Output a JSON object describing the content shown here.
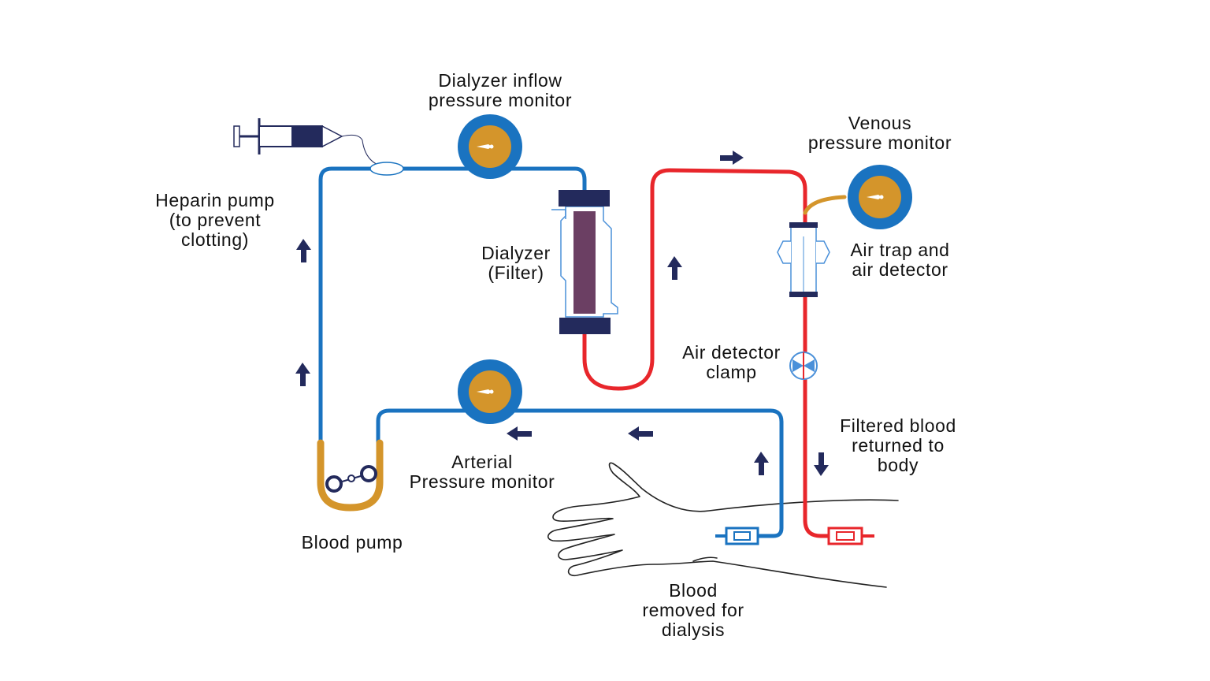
{
  "colors": {
    "blue_tube": "#1a73c0",
    "red_tube": "#e8262b",
    "gold": "#d4952b",
    "navy": "#232a5c",
    "dialyzer_fill": "#6b3f63",
    "light_blue_outline": "#4a90d9"
  },
  "labels": {
    "dialyzer_inflow": [
      "Dialyzer inflow",
      "pressure monitor"
    ],
    "venous": [
      "Venous",
      "pressure monitor"
    ],
    "heparin": [
      "Heparin pump",
      "(to prevent",
      "clotting)"
    ],
    "dialyzer": [
      "Dialyzer",
      "(Filter)"
    ],
    "air_trap": [
      "Air trap and",
      "air detector"
    ],
    "air_clamp": [
      "Air detector",
      "clamp"
    ],
    "filtered": [
      "Filtered blood",
      "returned to",
      "body"
    ],
    "arterial": [
      "Arterial",
      "Pressure monitor"
    ],
    "blood_pump": [
      "Blood pump"
    ],
    "removed": [
      "Blood",
      "removed for",
      "dialysis"
    ]
  },
  "icons": {
    "syringe": "syringe-icon",
    "gauge": "pressure-gauge-icon",
    "arrow": "flow-arrow-icon",
    "hand": "hand-arm-outline-icon"
  }
}
